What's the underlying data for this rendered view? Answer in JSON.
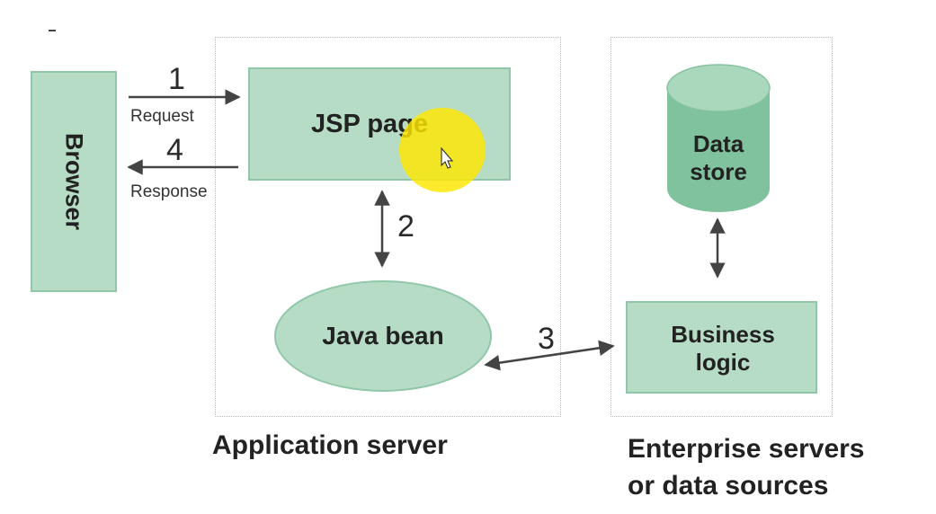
{
  "components": {
    "browser": "Browser",
    "jsp_page": "JSP page",
    "java_bean": "Java bean",
    "data_store": "Data\nstore",
    "business_logic": "Business\nlogic"
  },
  "steps": {
    "step1": "1",
    "step2": "2",
    "step3": "3",
    "step4": "4",
    "request": "Request",
    "response": "Response"
  },
  "regions": {
    "application_server": "Application server",
    "enterprise_servers": "Enterprise servers\nor data sources"
  },
  "colors": {
    "component_fill": "#b7dcc6",
    "cylinder_fill": "#7fc29d",
    "cursor_highlight": "#ffe600"
  }
}
